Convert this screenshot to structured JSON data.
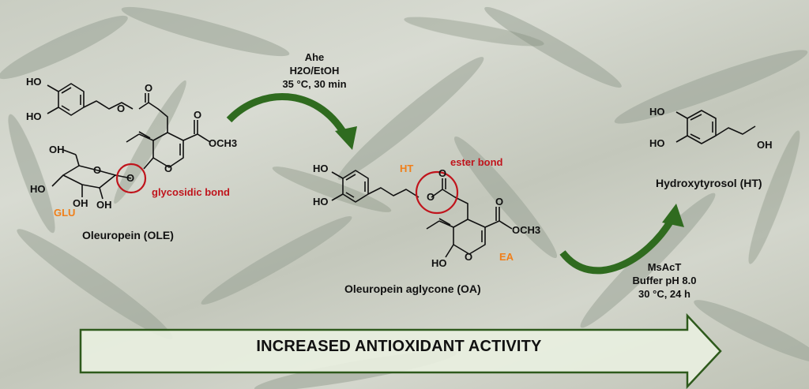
{
  "ole": {
    "name": "Oleuropein (OLE)",
    "glu": "GLU",
    "bond": "glycosidic bond"
  },
  "step1": {
    "line1": "Ahe",
    "line2": "H2O/EtOH",
    "line3": "35 °C, 30 min"
  },
  "oa": {
    "name": "Oleuropein aglycone (OA)",
    "ht": "HT",
    "ea": "EA",
    "bond": "ester bond"
  },
  "step2": {
    "line1": "MsAcT",
    "line2": "Buffer pH 8.0",
    "line3": "30 °C, 24 h"
  },
  "ht": {
    "name": "Hydroxytyrosol (HT)"
  },
  "banner": {
    "text": "INCREASED ANTIOXIDANT ACTIVITY"
  },
  "atoms": {
    "ho": "HO",
    "oh": "OH",
    "o": "O",
    "och3": "OCH3"
  },
  "colors": {
    "bond_highlight": "#c0141c",
    "fragment_label": "#f07f1a",
    "arrow": "#2f6b1f",
    "banner_fill": "#e9f0e0",
    "banner_stroke": "#2e5a1c"
  }
}
